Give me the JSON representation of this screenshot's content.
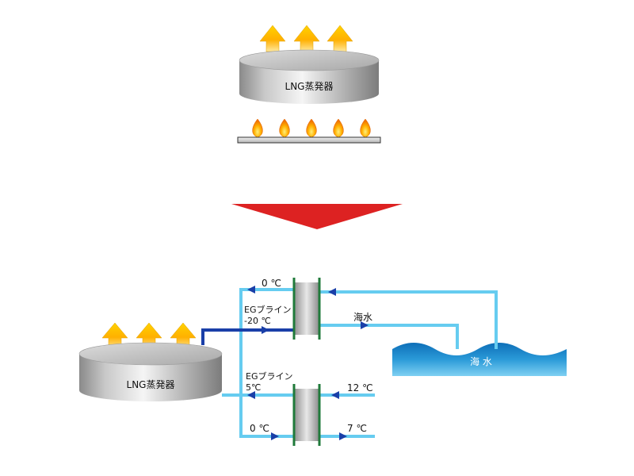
{
  "top_diagram": {
    "vaporizer_label": "LNG蒸発器",
    "heat_source": "flame-icon",
    "output_arrows": "up-arrow-icon"
  },
  "transition_arrow": {
    "icon": "down-triangle-icon",
    "color": "#dd2222"
  },
  "bottom_diagram": {
    "vaporizer_label": "LNG蒸発器",
    "labels": {
      "upper_return_temp": "0 ℃",
      "eg_brine_upper": "EGブライン",
      "eg_brine_upper_temp": "-20 ℃",
      "seawater_line": "海水",
      "seawater_body": "海 水",
      "eg_brine_lower": "EGブライン",
      "eg_brine_lower_temp": "5℃",
      "lower_return_temp": "0 ℃",
      "cold_in_temp": "12 ℃",
      "cold_out_temp": "7 ℃"
    },
    "colors": {
      "cold_brine": "#1a3fa8",
      "light_brine": "#66ccf0",
      "seawater": "#1f8fd0"
    }
  }
}
